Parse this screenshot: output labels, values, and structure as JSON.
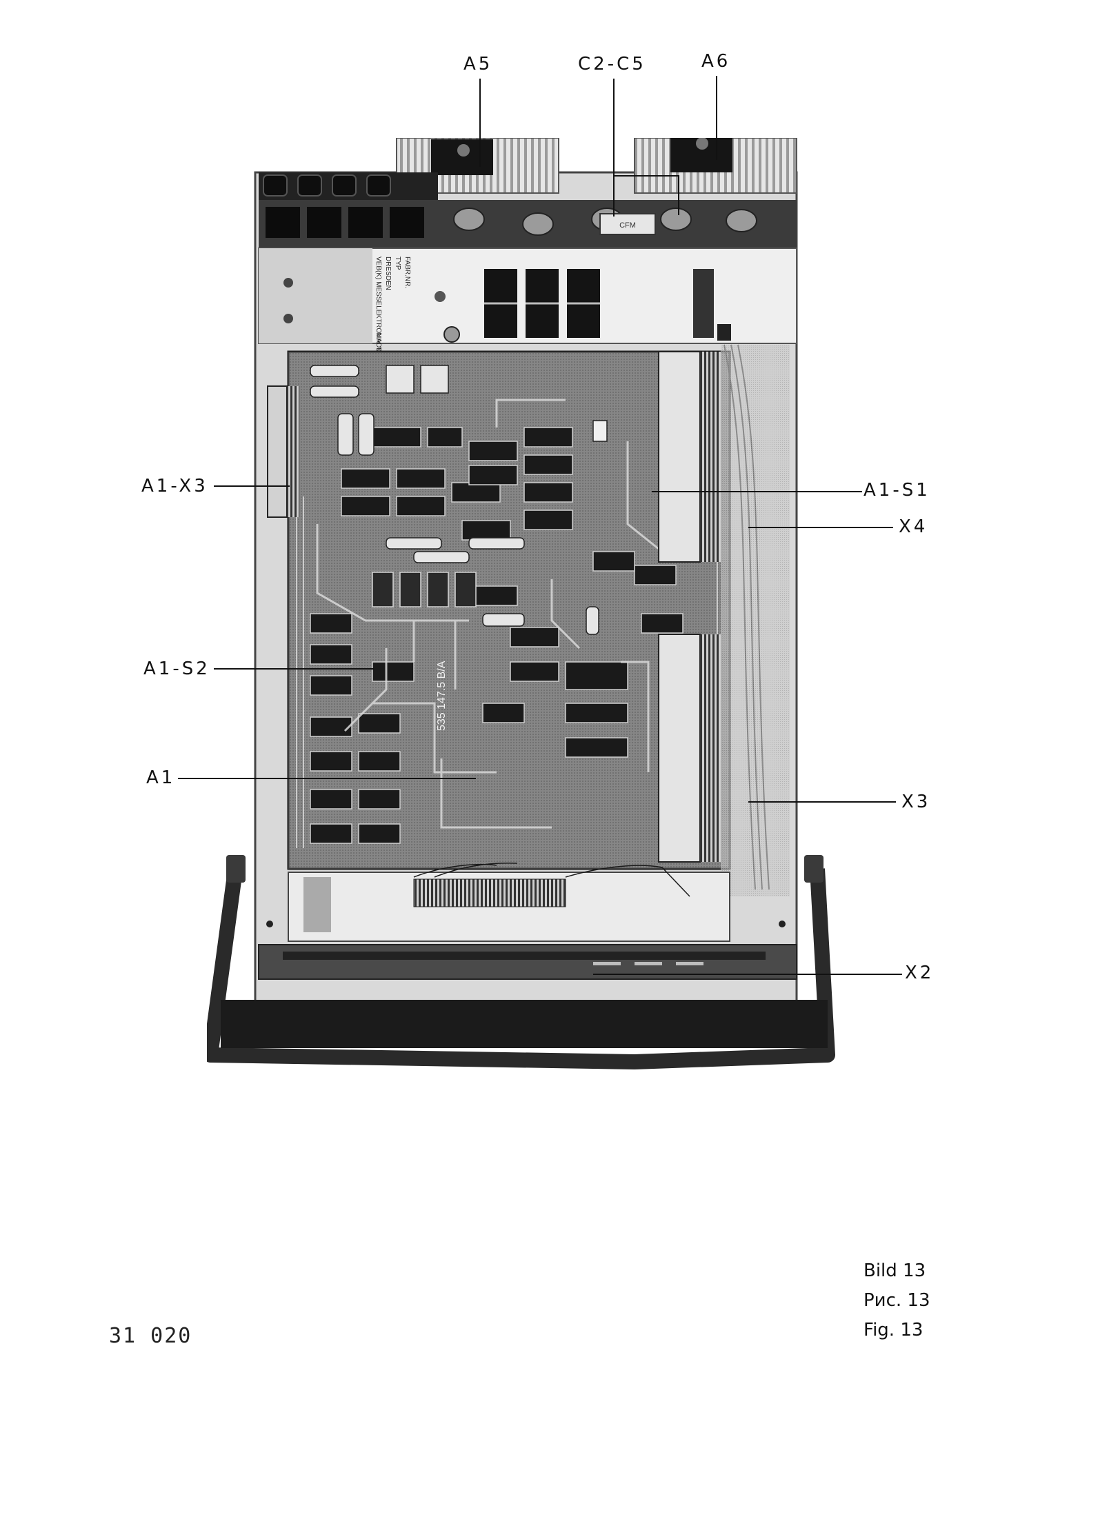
{
  "figure": {
    "callouts": {
      "a5": "A5",
      "c2c5": "C2-C5",
      "a6": "A6",
      "a1x3": "A1-X3",
      "a1s1": "A1-S1",
      "x4": "X4",
      "a1s2": "A1-S2",
      "a1": "A1",
      "x3": "X3",
      "x2": "X2"
    },
    "plate": {
      "line1": "VEB(K) MESSELEKTRONIK \"OTTO SCHÖN\"",
      "line2": "DRESDEN",
      "line3": "TYP",
      "line4": "FABR.NR.",
      "line5": "MADE IN GDR"
    },
    "board_marking": "535 147.5 B/A",
    "cap_text": "CFM"
  },
  "captions": {
    "de": "Bild 13",
    "ru": "Рис. 13",
    "en": "Fig. 13"
  },
  "doc_number": "31 020"
}
